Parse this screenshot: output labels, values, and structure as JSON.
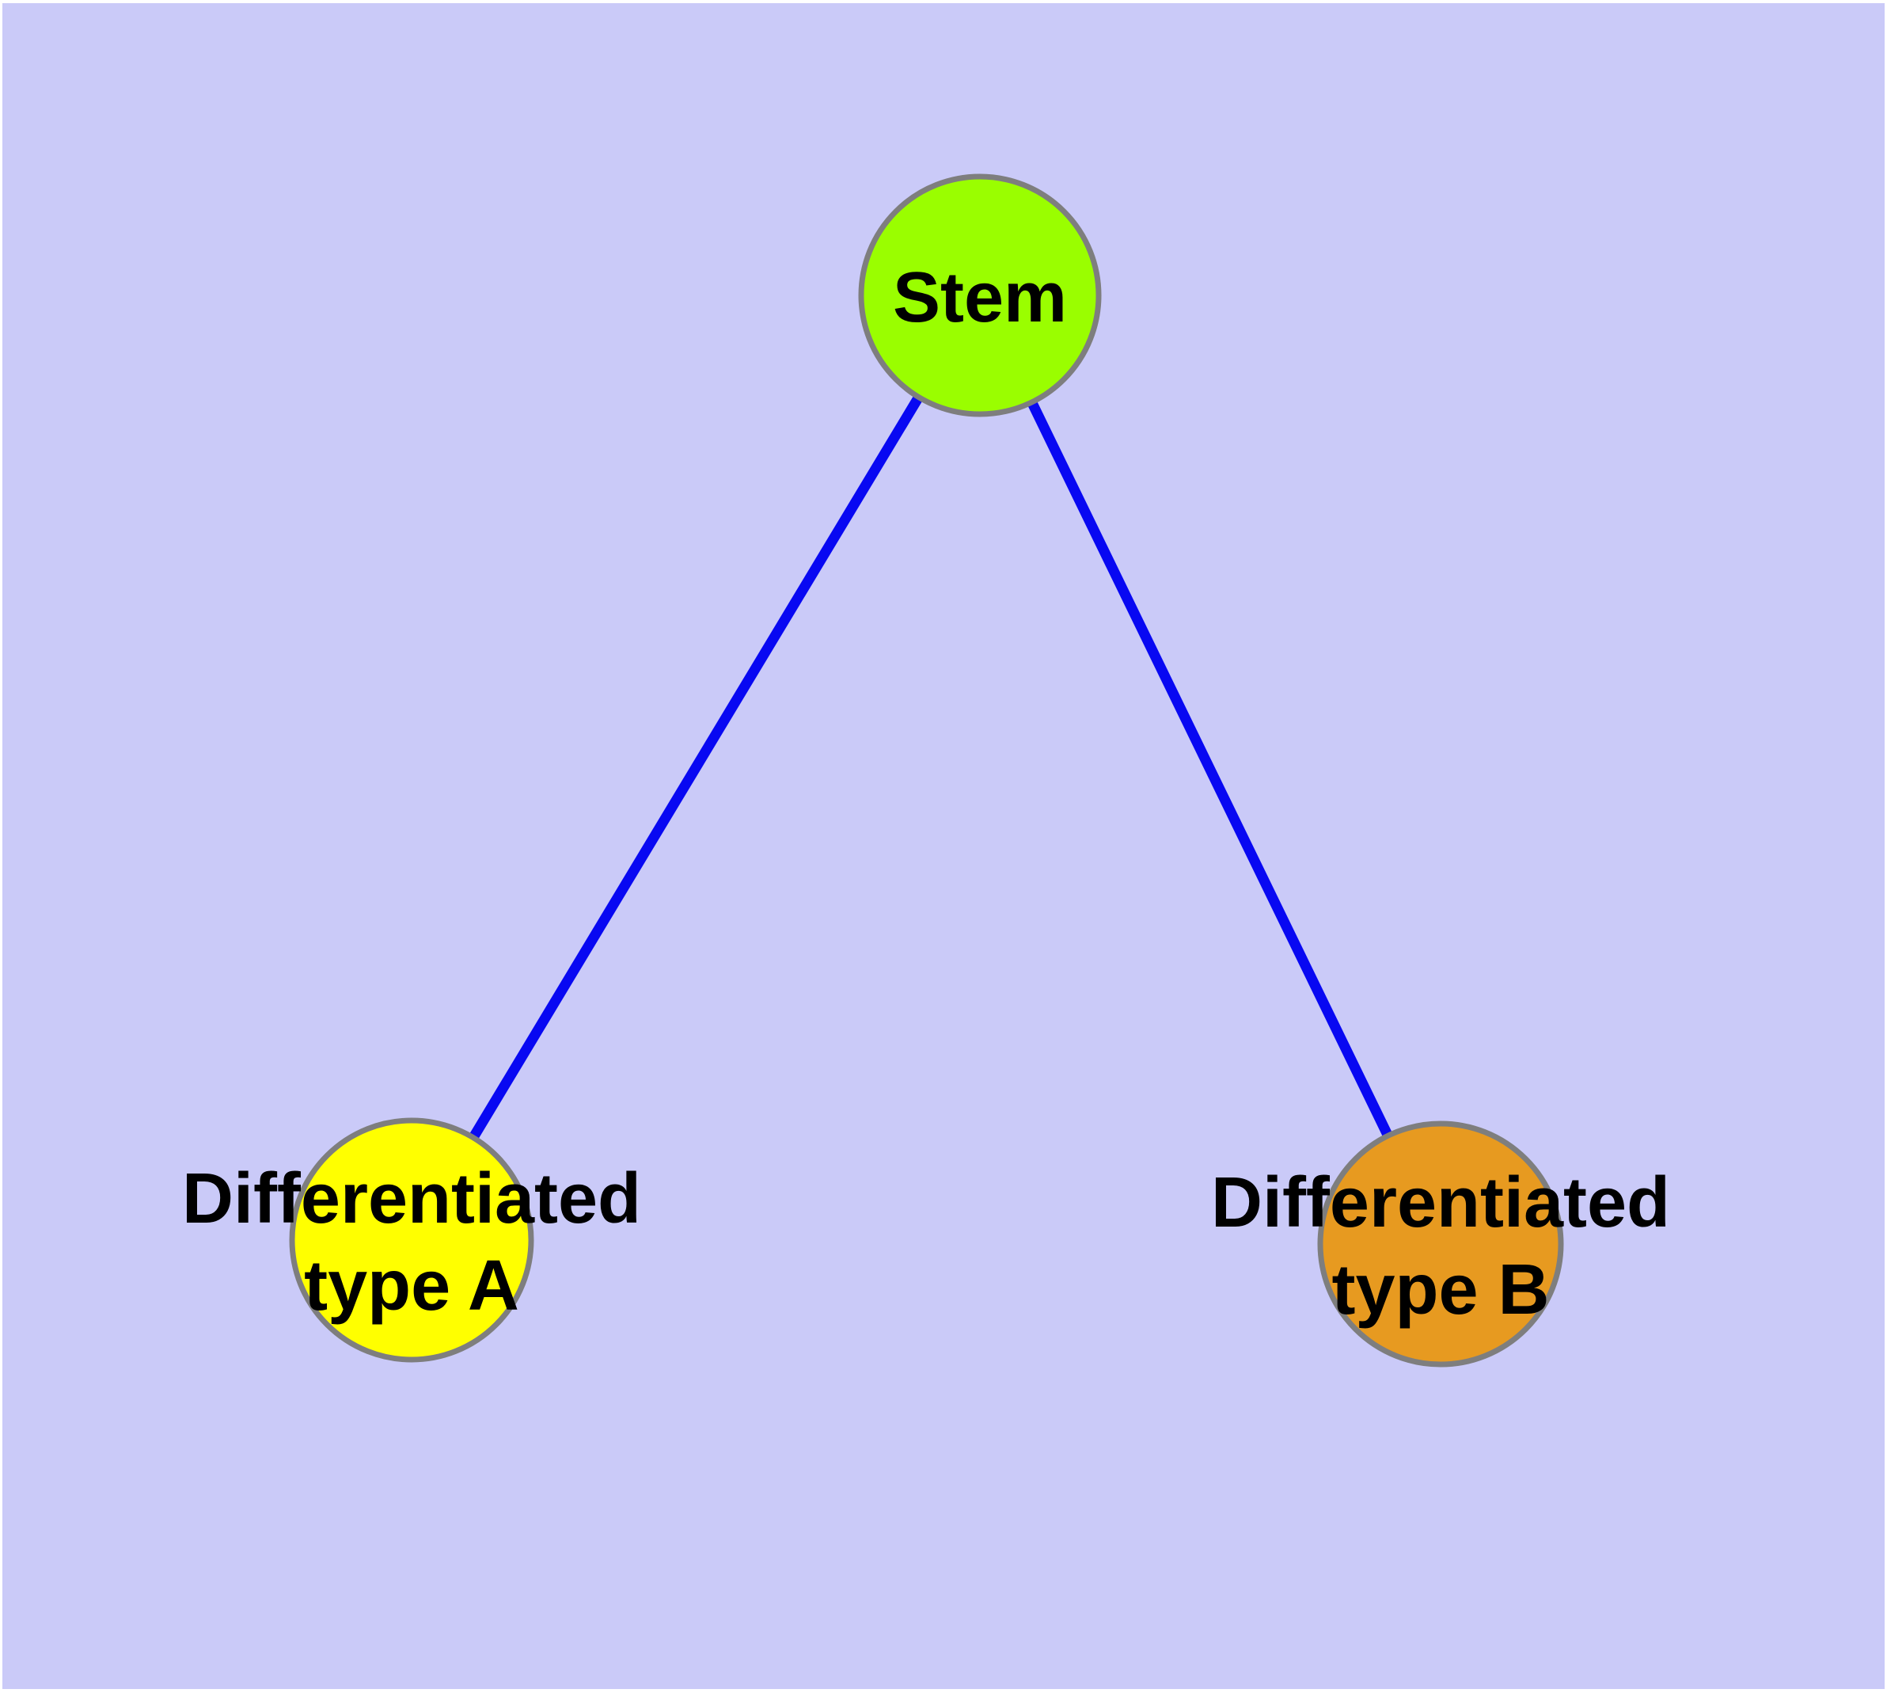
{
  "diagram": {
    "type": "node-link-graph",
    "background_color": "#CACAF8",
    "canvas_margin_color": "#ffffff",
    "edge_color": "#0808F2",
    "node_border_color": "#7E7E7E",
    "label_color": "#000000",
    "nodes": [
      {
        "id": "stem",
        "label": "Stem",
        "lines": [
          "Stem"
        ],
        "fill": "#9AFE00"
      },
      {
        "id": "differentiated-type-a",
        "label": "Differentiated type A",
        "lines": [
          "Differentiated",
          "type A"
        ],
        "fill": "#FFFF00"
      },
      {
        "id": "differentiated-type-b",
        "label": "Differentiated type B",
        "lines": [
          "Differentiated",
          "type B"
        ],
        "fill": "#E79A20"
      }
    ],
    "edges": [
      {
        "from": "Stem",
        "to": "Differentiated type A"
      },
      {
        "from": "Stem",
        "to": "Differentiated type B"
      }
    ]
  }
}
